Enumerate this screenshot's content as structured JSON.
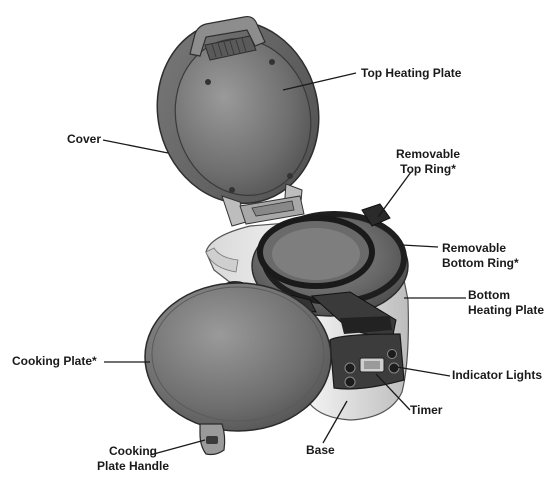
{
  "labels": {
    "top_heating_plate": "Top Heating Plate",
    "cover": "Cover",
    "removable_top_ring": [
      "Removable",
      "Top Ring*"
    ],
    "removable_bottom_ring": [
      "Removable",
      "Bottom Ring*"
    ],
    "bottom_heating_plate": [
      "Bottom",
      "Heating Plate"
    ],
    "cooking_plate": "Cooking Plate*",
    "indicator_lights": "Indicator Lights",
    "timer": "Timer",
    "base": "Base",
    "cooking_plate_handle": [
      "Cooking",
      "Plate Handle"
    ]
  }
}
